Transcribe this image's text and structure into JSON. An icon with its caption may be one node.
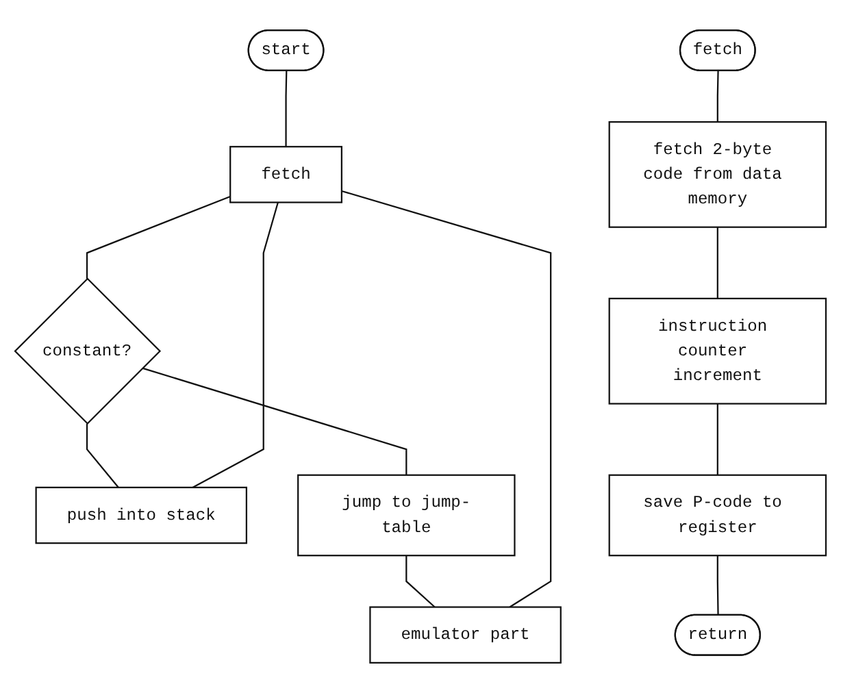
{
  "diagram": {
    "nodes": [
      {
        "text": [
          "start"
        ]
      },
      {
        "text": [
          "fetch"
        ]
      },
      {
        "text": [
          "push into stack"
        ]
      },
      {
        "text": [
          "constant?"
        ]
      },
      {
        "text": [
          "jump to jump-table"
        ]
      },
      {
        "text": [
          "emulator part"
        ]
      },
      {
        "text": [
          "fetch"
        ]
      },
      {
        "text": [
          "fetch 2-byte code from data memory"
        ]
      },
      {
        "text": [
          "instruction counter increment"
        ]
      },
      {
        "text": [
          "save P-code to register"
        ]
      },
      {
        "text": [
          "return"
        ]
      }
    ],
    "edges": [
      {
        "from": 0,
        "to": 1,
        "arrow": "none"
      },
      {
        "from": 1,
        "to": 3,
        "arrow": "none"
      },
      {
        "from": 3,
        "to": 2,
        "arrow": "none"
      },
      {
        "from": 2,
        "to": 1,
        "arrow": "none"
      },
      {
        "from": 3,
        "to": 4,
        "arrow": "none"
      },
      {
        "from": 4,
        "to": 5,
        "arrow": "none"
      },
      {
        "from": 5,
        "to": 1,
        "arrow": "none"
      },
      {
        "from": 6,
        "to": 7,
        "arrow": "none"
      },
      {
        "from": 7,
        "to": 8,
        "arrow": "none"
      },
      {
        "from": 8,
        "to": 9,
        "arrow": "none"
      },
      {
        "from": 9,
        "to": 10,
        "arrow": "none"
      }
    ]
  }
}
